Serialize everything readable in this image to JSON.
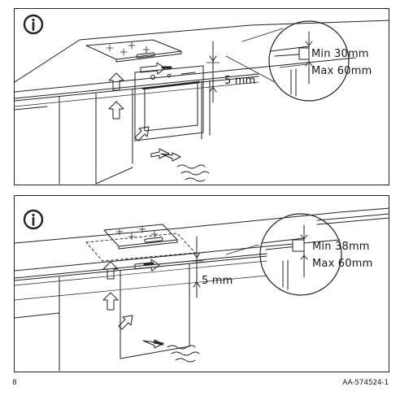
{
  "panels": [
    {
      "info_icon": "info-icon",
      "gap_label": "5 mm",
      "min_label": "Min 30mm",
      "max_label": "Max 60mm"
    },
    {
      "info_icon": "info-icon",
      "gap_label": "5 mm",
      "min_label": "Min 38mm",
      "max_label": "Max 60mm"
    }
  ],
  "footer": {
    "page_number": "8",
    "document_code": "AA-574524-1"
  }
}
